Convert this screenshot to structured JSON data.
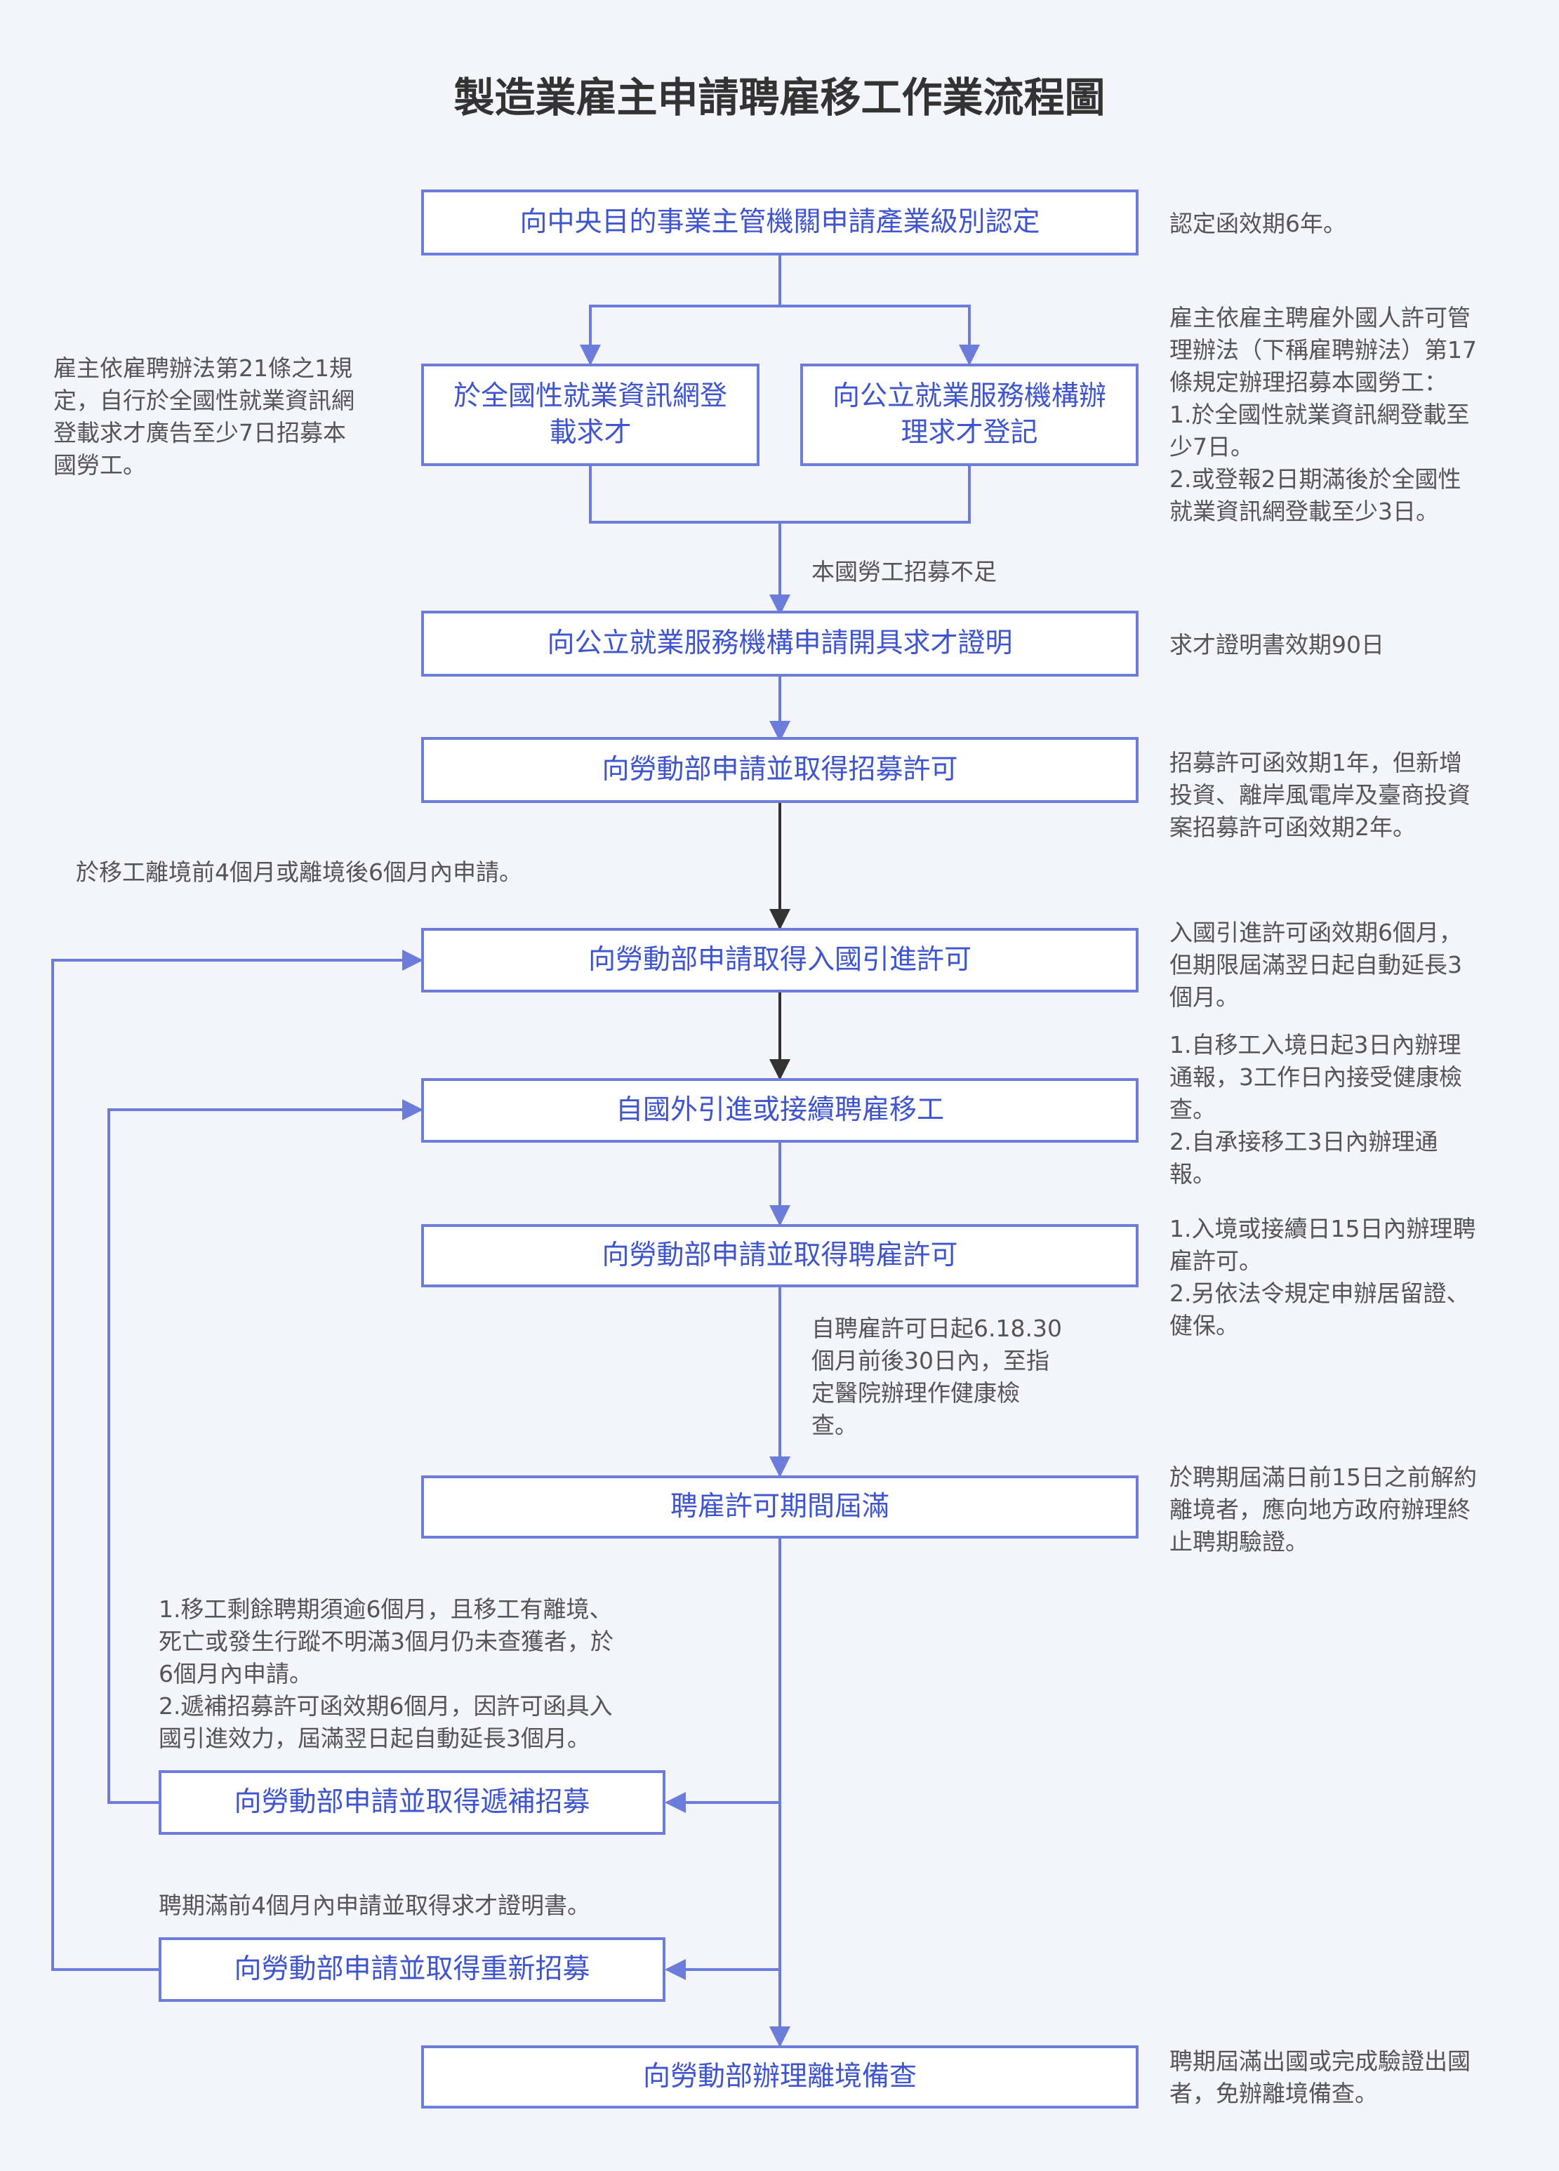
{
  "title": "製造業雇主申請聘雇移工作業流程圖",
  "colors": {
    "accent": "#6b7cdb",
    "box_text": "#3f55d0",
    "dark_arrow": "#333333",
    "note_text": "#555555",
    "background": "#f4f5fb"
  },
  "steps": {
    "s1": "向中央目的事業主管機關申請產業級別認定",
    "s2a": "於全國性就業資訊網登\n載求才",
    "s2b": "向公立就業服務機構辦\n理求才登記",
    "s3": "向公立就業服務機構申請開具求才證明",
    "s4": "向勞動部申請並取得招募許可",
    "s5": "向勞動部申請取得入國引進許可",
    "s6": "自國外引進或接續聘雇移工",
    "s7": "向勞動部申請並取得聘雇許可",
    "s8": "聘雇許可期間屆滿",
    "s9": "向勞動部申請並取得遞補招募",
    "s10": "向勞動部申請並取得重新招募",
    "s11": "向勞動部辦理離境備查"
  },
  "notes": {
    "n1": "認定函效期6年。",
    "n2_left": "雇主依雇聘辦法第21條之1規\n定，自行於全國性就業資訊網\n登載求才廣告至少7日招募本\n國勞工。",
    "n2_right": "雇主依雇主聘雇外國人許可管\n理辦法（下稱雇聘辦法）第17\n條規定辦理招募本國勞工：\n1.於全國性就業資訊網登載至\n少7日。\n2.或登報2日期滿後於全國性\n就業資訊網登載至少3日。",
    "n_shortage": "本國勞工招募不足",
    "n3": "求才證明書效期90日",
    "n4": "招募許可函效期1年，但新增\n投資、離岸風電岸及臺商投資\n案招募許可函效期2年。",
    "n_left_apply": "於移工離境前4個月或離境後6個月內申請。",
    "n5": "入國引進許可函效期6個月，\n但期限屆滿翌日起自動延長3\n個月。",
    "n6": "1.自移工入境日起3日內辦理\n通報，3工作日內接受健康檢\n查。\n2.自承接移工3日內辦理通\n報。",
    "n7": "1.入境或接續日15日內辦理聘\n雇許可。\n2.另依法令規定申辦居留證、\n健保。",
    "n_health": "自聘雇許可日起6.18.30\n個月前後30日內，至指\n定醫院辦理作健康檢\n查。",
    "n8": "於聘期屆滿日前15日之前解約\n離境者，應向地方政府辦理終\n止聘期驗證。",
    "n9": "1.移工剩餘聘期須逾6個月，且移工有離境、\n死亡或發生行蹤不明滿3個月仍未查獲者，於\n6個月內申請。\n2.遞補招募許可函效期6個月，因許可函具入\n國引進效力，屆滿翌日起自動延長3個月。",
    "n10": "聘期滿前4個月內申請並取得求才證明書。",
    "n11": "聘期屆滿出國或完成驗證出國\n者，免辦離境備查。"
  }
}
